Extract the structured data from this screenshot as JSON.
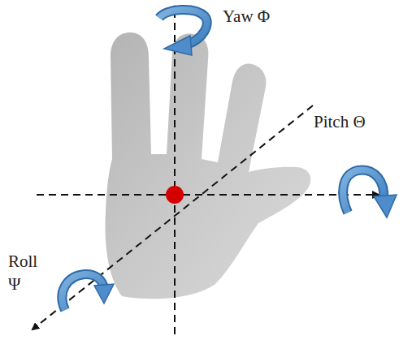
{
  "diagram": {
    "labels": [
      "Yaw Φ",
      "Pitch Θ",
      "Roll Ψ"
    ]
  }
}
